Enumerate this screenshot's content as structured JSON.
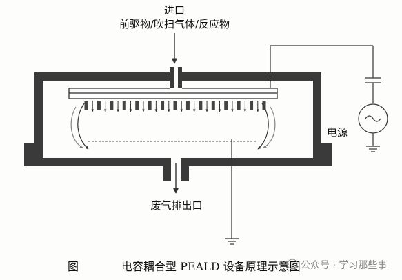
{
  "labels": {
    "inlet_title": "进口",
    "inlet_gases": "前驱物/吹扫气体/反应物",
    "power": "电源",
    "exhaust": "废气排出口"
  },
  "caption": {
    "prefix": "图",
    "title": "电容耦合型 PEALD 设备原理示意图"
  },
  "watermark": {
    "text": "公众号 · 学习那些事"
  },
  "colors": {
    "chamber_wall": "#3a3a3a",
    "line": "#333333"
  }
}
